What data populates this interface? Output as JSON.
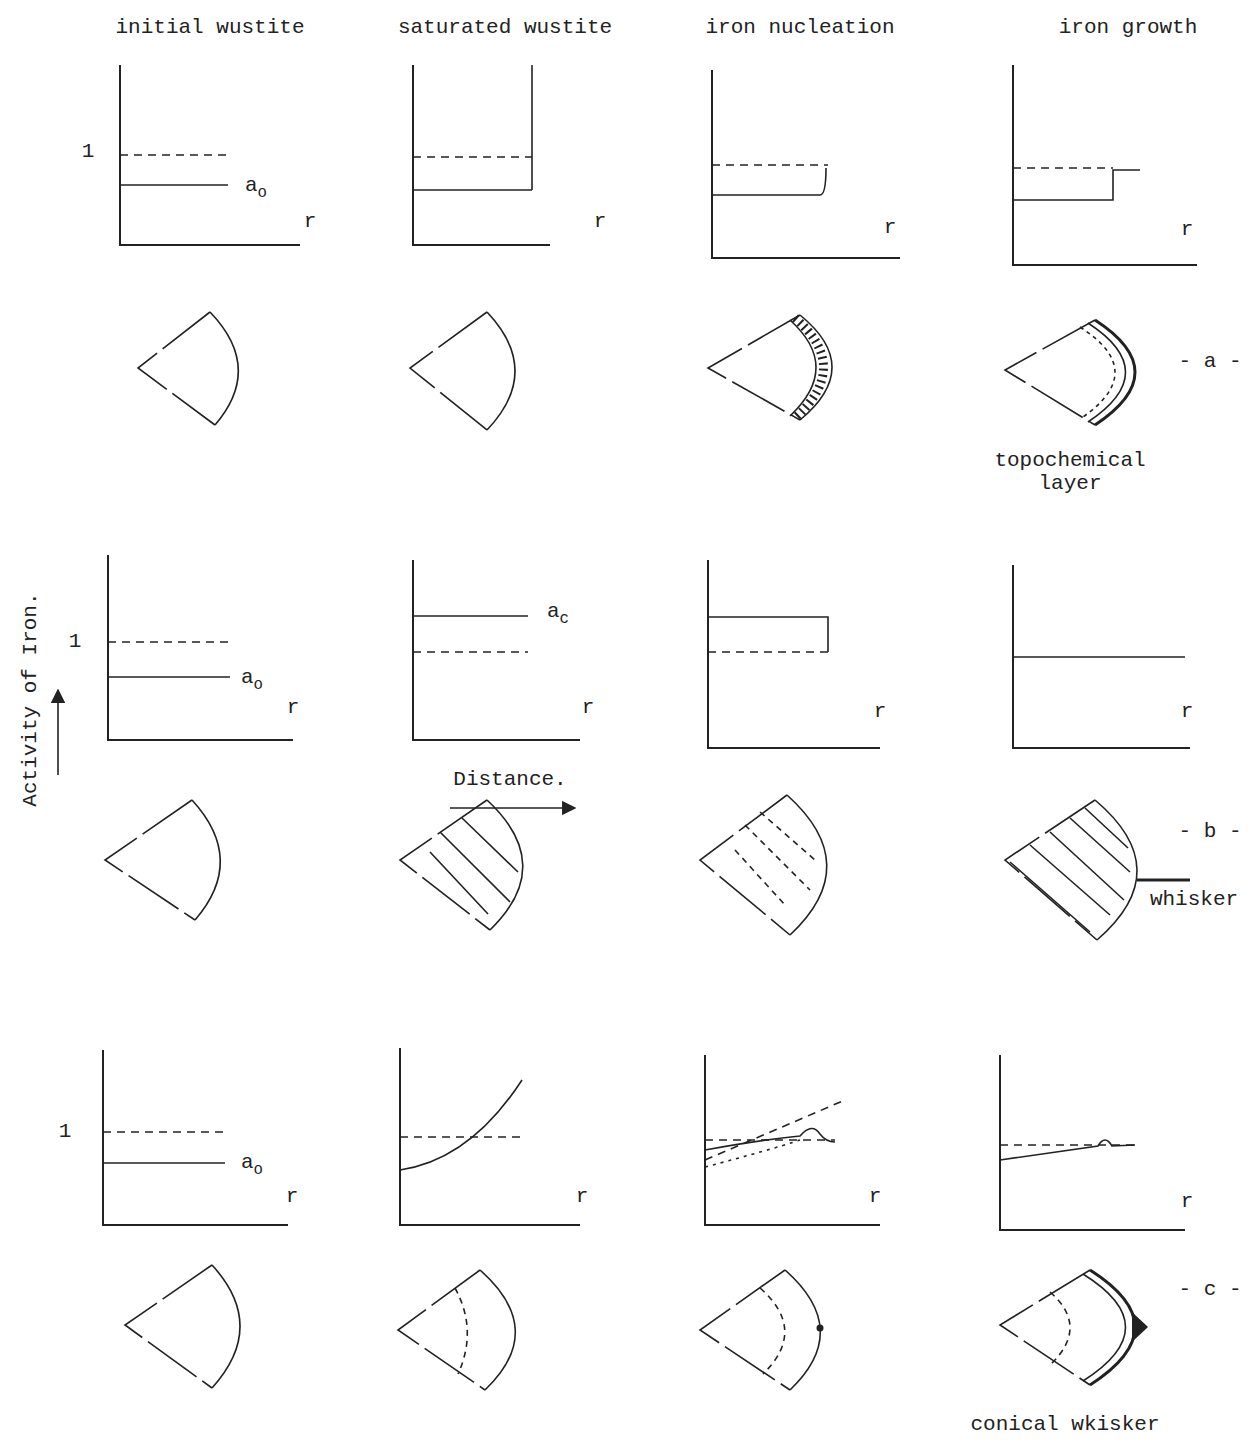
{
  "diagram": {
    "labels": [
      "initial wustite",
      "saturated wustite",
      "iron nucleation",
      "iron growth",
      "1",
      "ao",
      "r",
      "r",
      "r",
      "r",
      "- a -",
      "topochemical layer",
      "Activity of Iron.",
      "1",
      "ao",
      "r",
      "ac",
      "r",
      "r",
      "r",
      "- b -",
      "whisker",
      "Distance.",
      "1",
      "ao",
      "r",
      "r",
      "r",
      "r",
      "- c -",
      "conical wkisker"
    ]
  }
}
